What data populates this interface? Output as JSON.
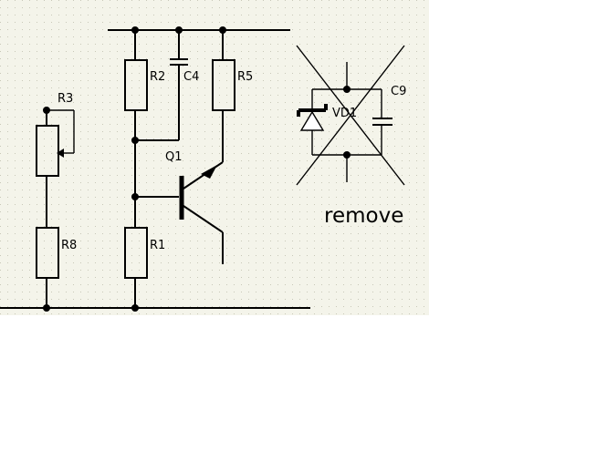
{
  "schematic": {
    "components": {
      "r3": "R3",
      "r8": "R8",
      "r2": "R2",
      "c4": "C4",
      "r5": "R5",
      "q1": "Q1",
      "r1": "R1",
      "vd1": "VD1",
      "c9": "C9"
    },
    "annotation": "remove"
  },
  "colors": {
    "background": "#ffffff",
    "grid_area": "#f4f4ea",
    "grid_dot": "#c8c8b8",
    "wire": "#000000"
  }
}
